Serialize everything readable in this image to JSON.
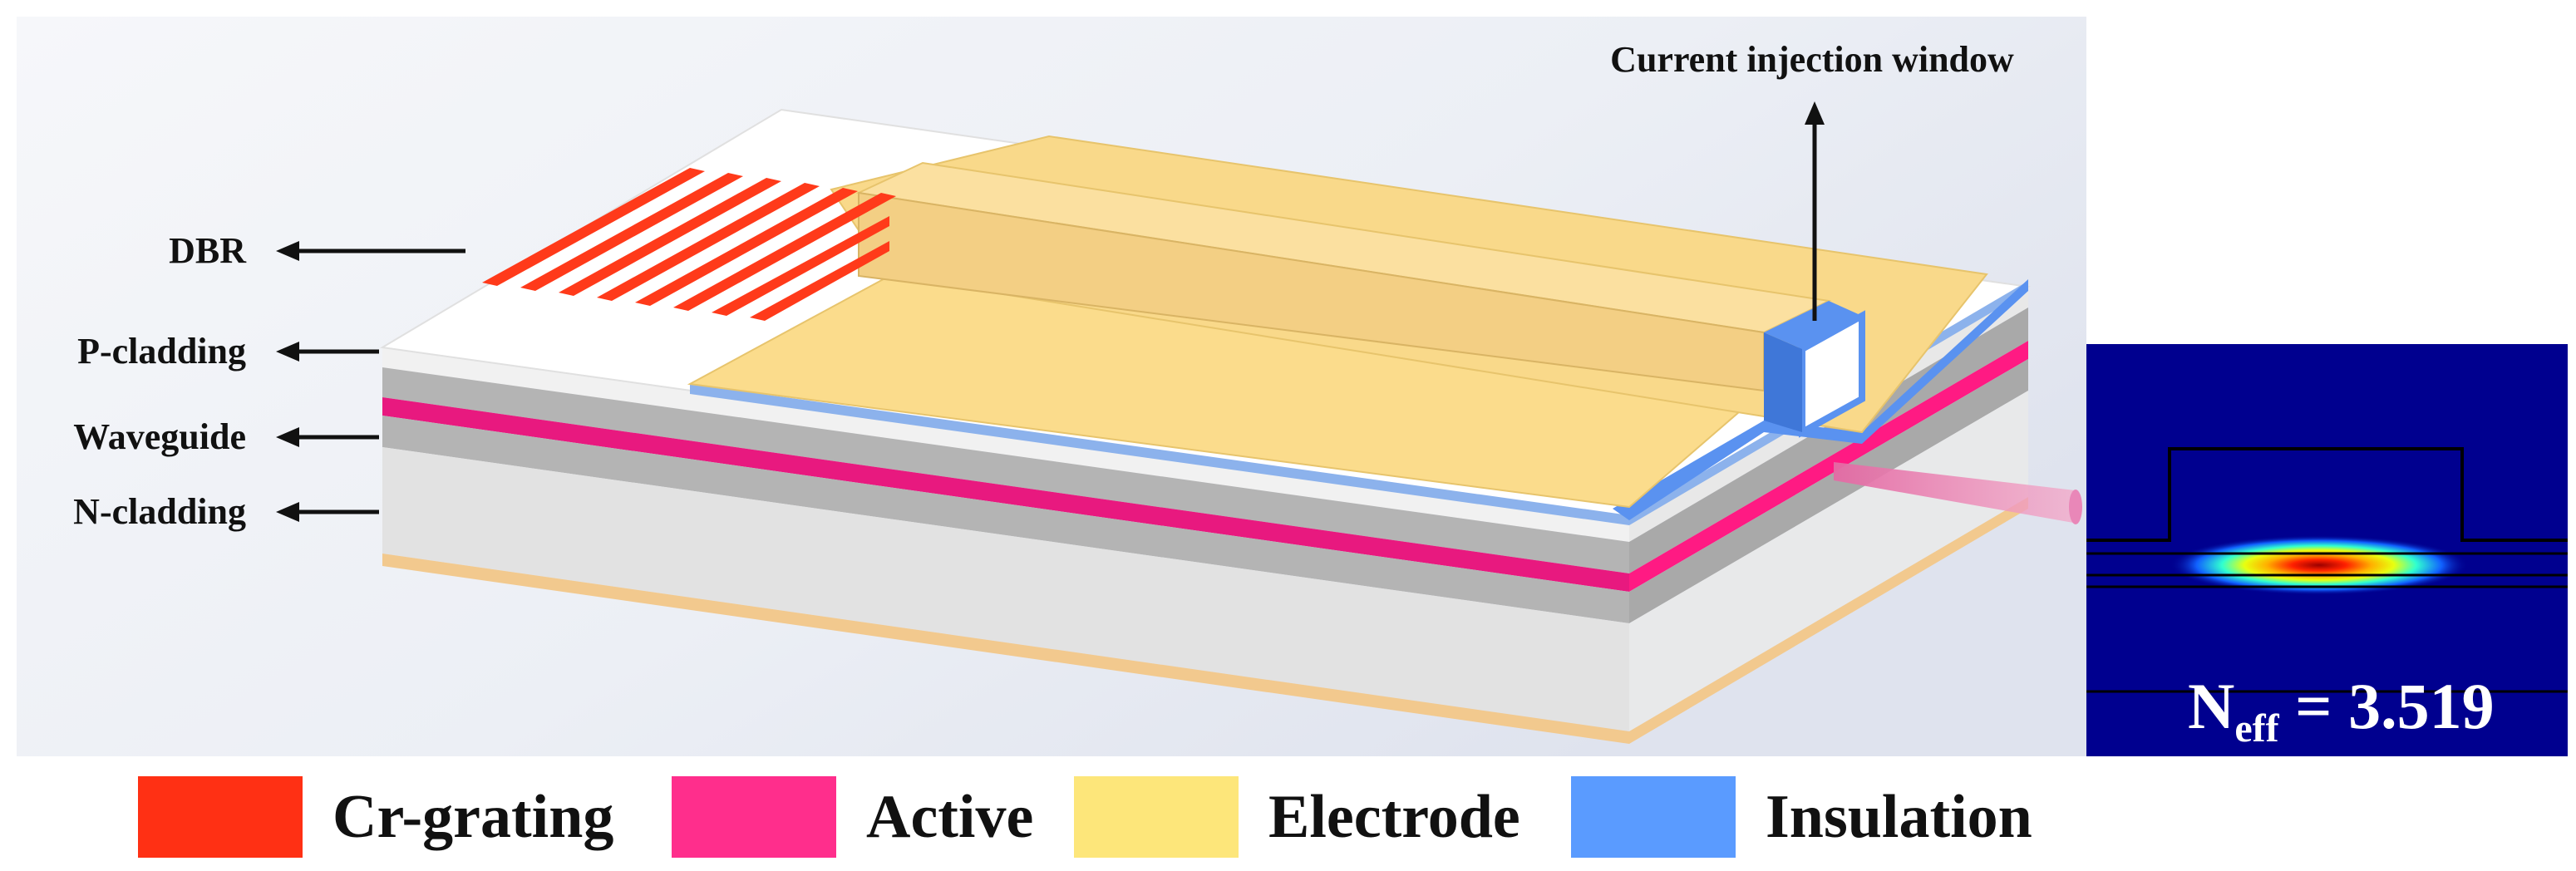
{
  "labels": {
    "dbr": "DBR",
    "p_cladding": "P-cladding",
    "waveguide": "Waveguide",
    "n_cladding": "N-cladding",
    "current_window": "Current injection window"
  },
  "mode_panel": {
    "symbol": "N",
    "subscript": "eff",
    "equals": "= 3.519"
  },
  "legend": [
    {
      "label": "Cr-grating",
      "color": "#ff3014"
    },
    {
      "label": "Active",
      "color": "#ff2e8c"
    },
    {
      "label": "Electrode",
      "color": "#fde67a"
    },
    {
      "label": "Insulation",
      "color": "#5a9bff"
    }
  ]
}
